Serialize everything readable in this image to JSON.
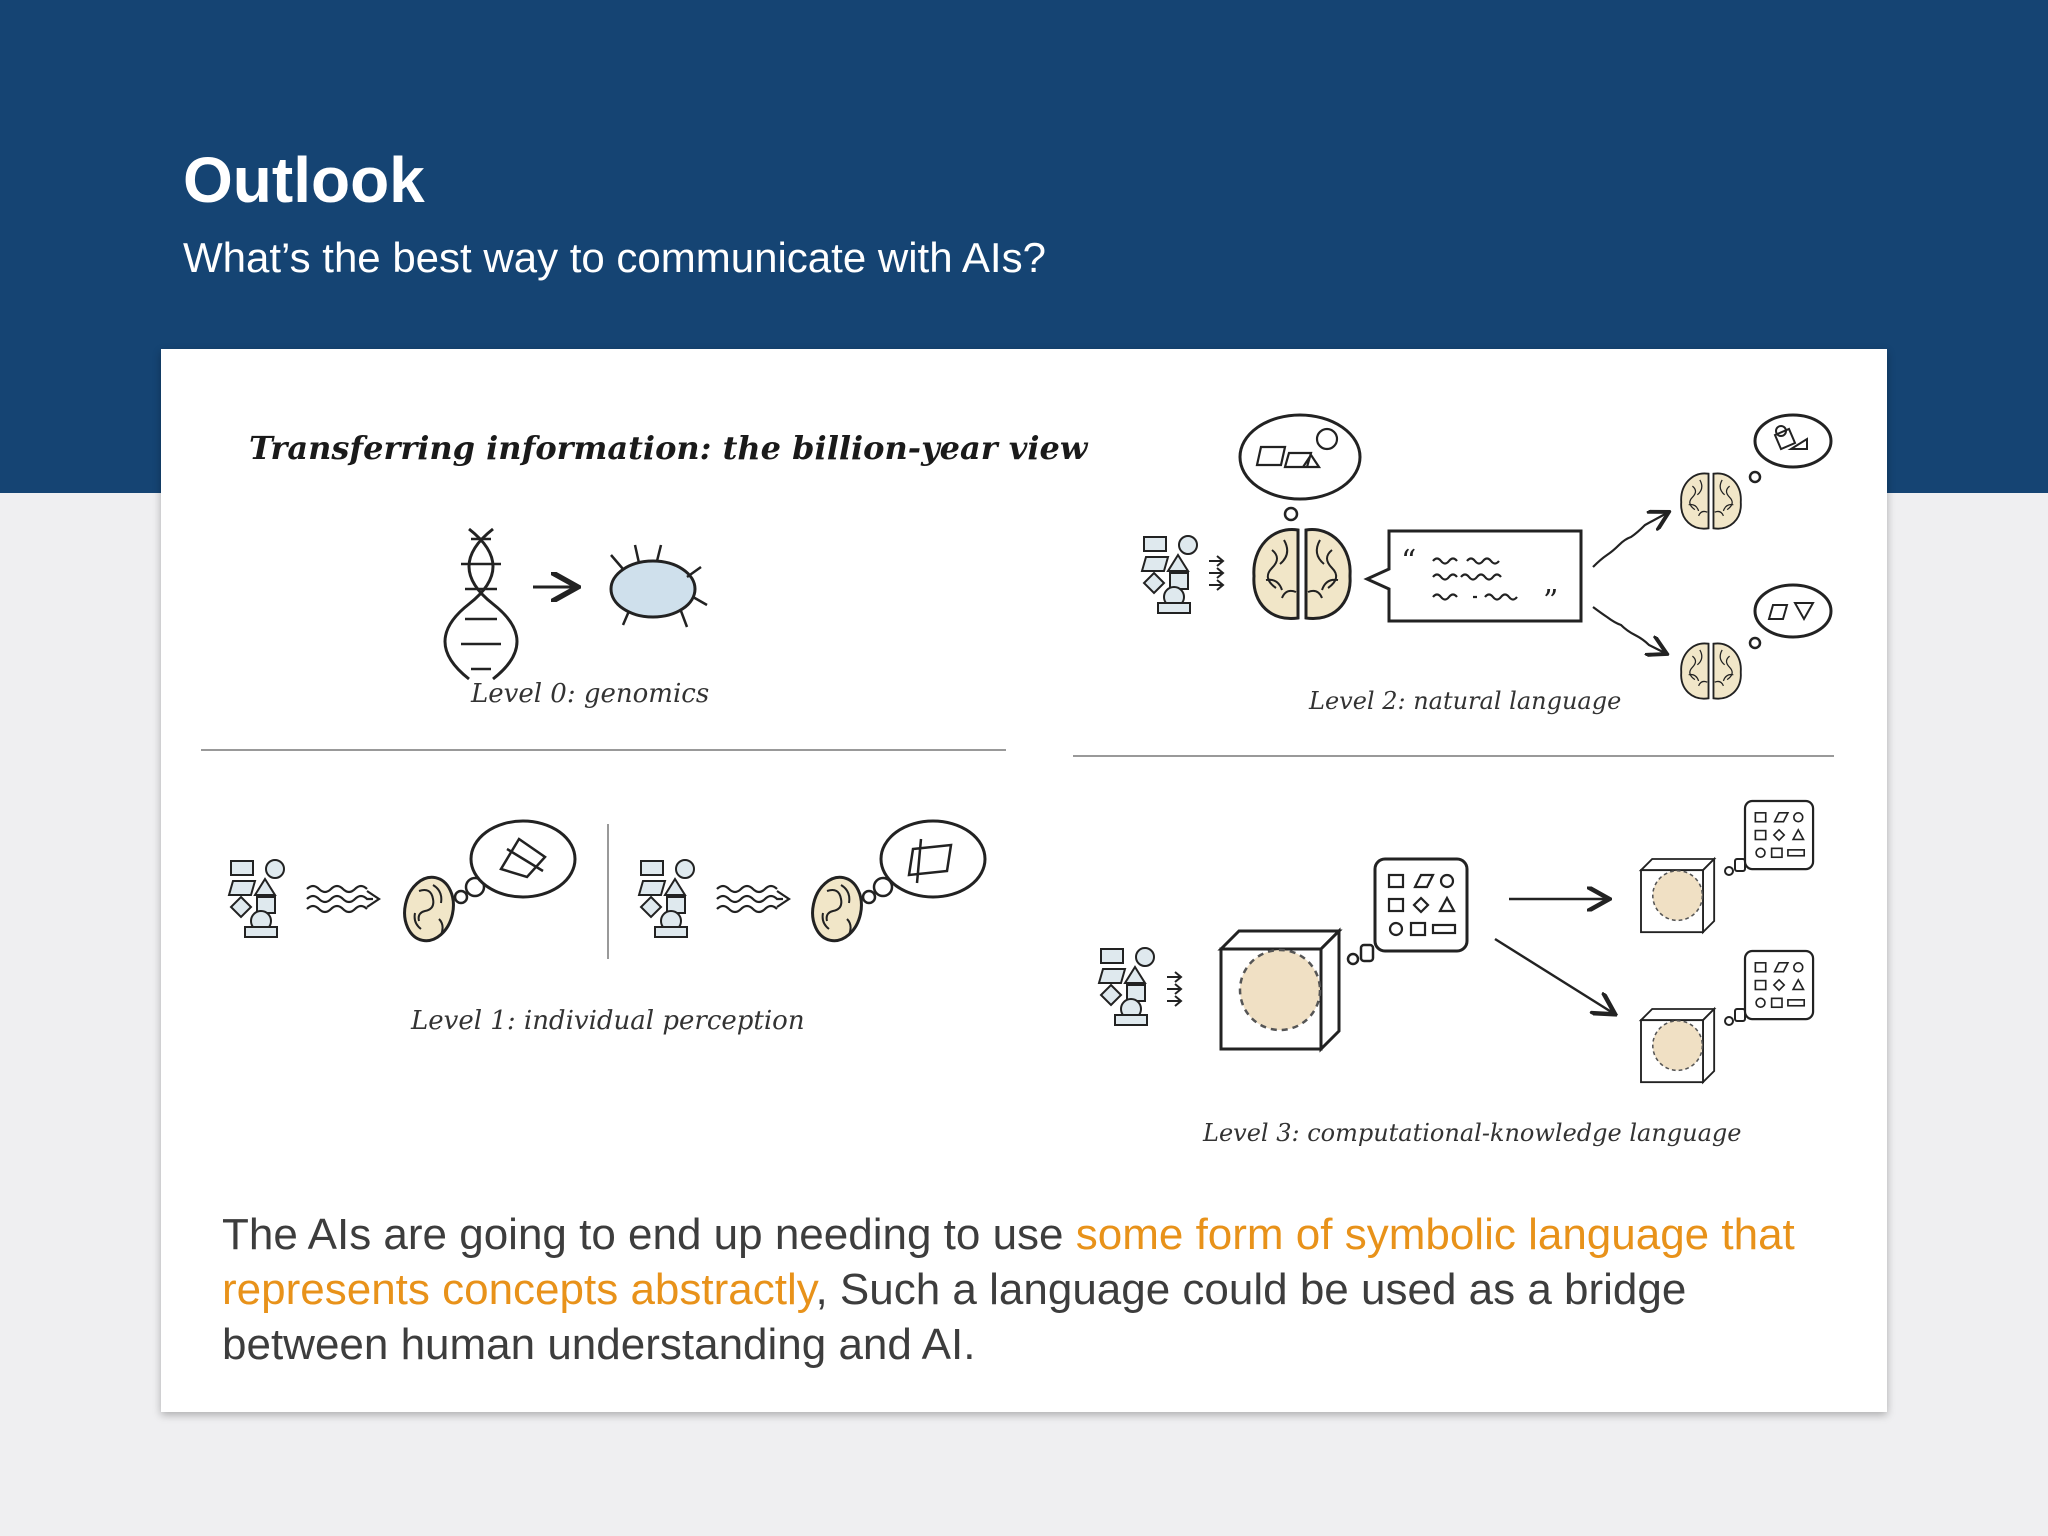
{
  "slide": {
    "title": "Outlook",
    "subtitle": "What’s the best way to communicate with AIs?"
  },
  "figure": {
    "title": "Transferring information: the billion-year view",
    "level0_caption": "Level 0: genomics",
    "level1_caption": "Level 1: individual perception",
    "level2_caption": "Level 2: natural language",
    "level3_caption": "Level 3: computational-knowledge language",
    "quote_open": "“",
    "quote_close": "”"
  },
  "body": {
    "text_before": "The AIs are going to end up needing to use ",
    "text_highlight": "some form of symbolic language that represents concepts abstractly",
    "text_after": ", Such a language could be used as a bridge between human understanding and AI."
  },
  "colors": {
    "header_blue": "#154473",
    "highlight_orange": "#e8921a",
    "body_text": "#3d3d3d",
    "brain_fill": "#f1e6c8",
    "bug_fill": "#cfe0ec",
    "cube_circle_fill": "#f0e0c4"
  }
}
